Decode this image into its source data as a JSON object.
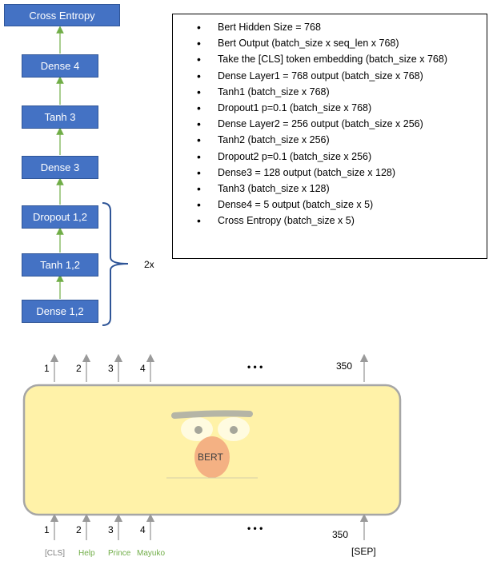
{
  "stack": {
    "boxes": [
      "Cross Entropy",
      "Dense 4",
      "Tanh 3",
      "Dense 3",
      "Dropout 1,2",
      "Tanh 1,2",
      "Dense 1,2"
    ],
    "repeat_label": "2x"
  },
  "notes": [
    "Bert Hidden Size = 768",
    "Bert Output (batch_size x seq_len x 768)",
    "Take the [CLS] token embedding (batch_size x 768)",
    "Dense Layer1 = 768 output (batch_size x 768)",
    "Tanh1 (batch_size x 768)",
    "Dropout1 p=0.1 (batch_size x 768)",
    "Dense Layer2 = 256 output (batch_size x 256)",
    "Tanh2 (batch_size x 256)",
    "Dropout2 p=0.1 (batch_size x 256)",
    "Dense3 = 128 output (batch_size x 128)",
    "Tanh3 (batch_size x 128)",
    "Dense4 = 5 output (batch_size x 5)",
    "Cross Entropy (batch_size x 5)"
  ],
  "bert": {
    "label": "BERT",
    "top_positions": [
      "1",
      "2",
      "3",
      "4",
      "350"
    ],
    "bottom_positions": [
      "1",
      "2",
      "3",
      "4",
      "350"
    ],
    "ellipsis": "• • •",
    "tokens": [
      "[CLS]",
      "Help",
      "Prince",
      "Mayuko"
    ],
    "end_token": "[SEP]"
  },
  "colors": {
    "box_fill": "#4472c4",
    "arrow": "#70ad47",
    "brace": "#2f5597",
    "bert_fill": "#fff2a8",
    "token_gray": "#7f7f7f",
    "token_green": "#70ad47"
  }
}
